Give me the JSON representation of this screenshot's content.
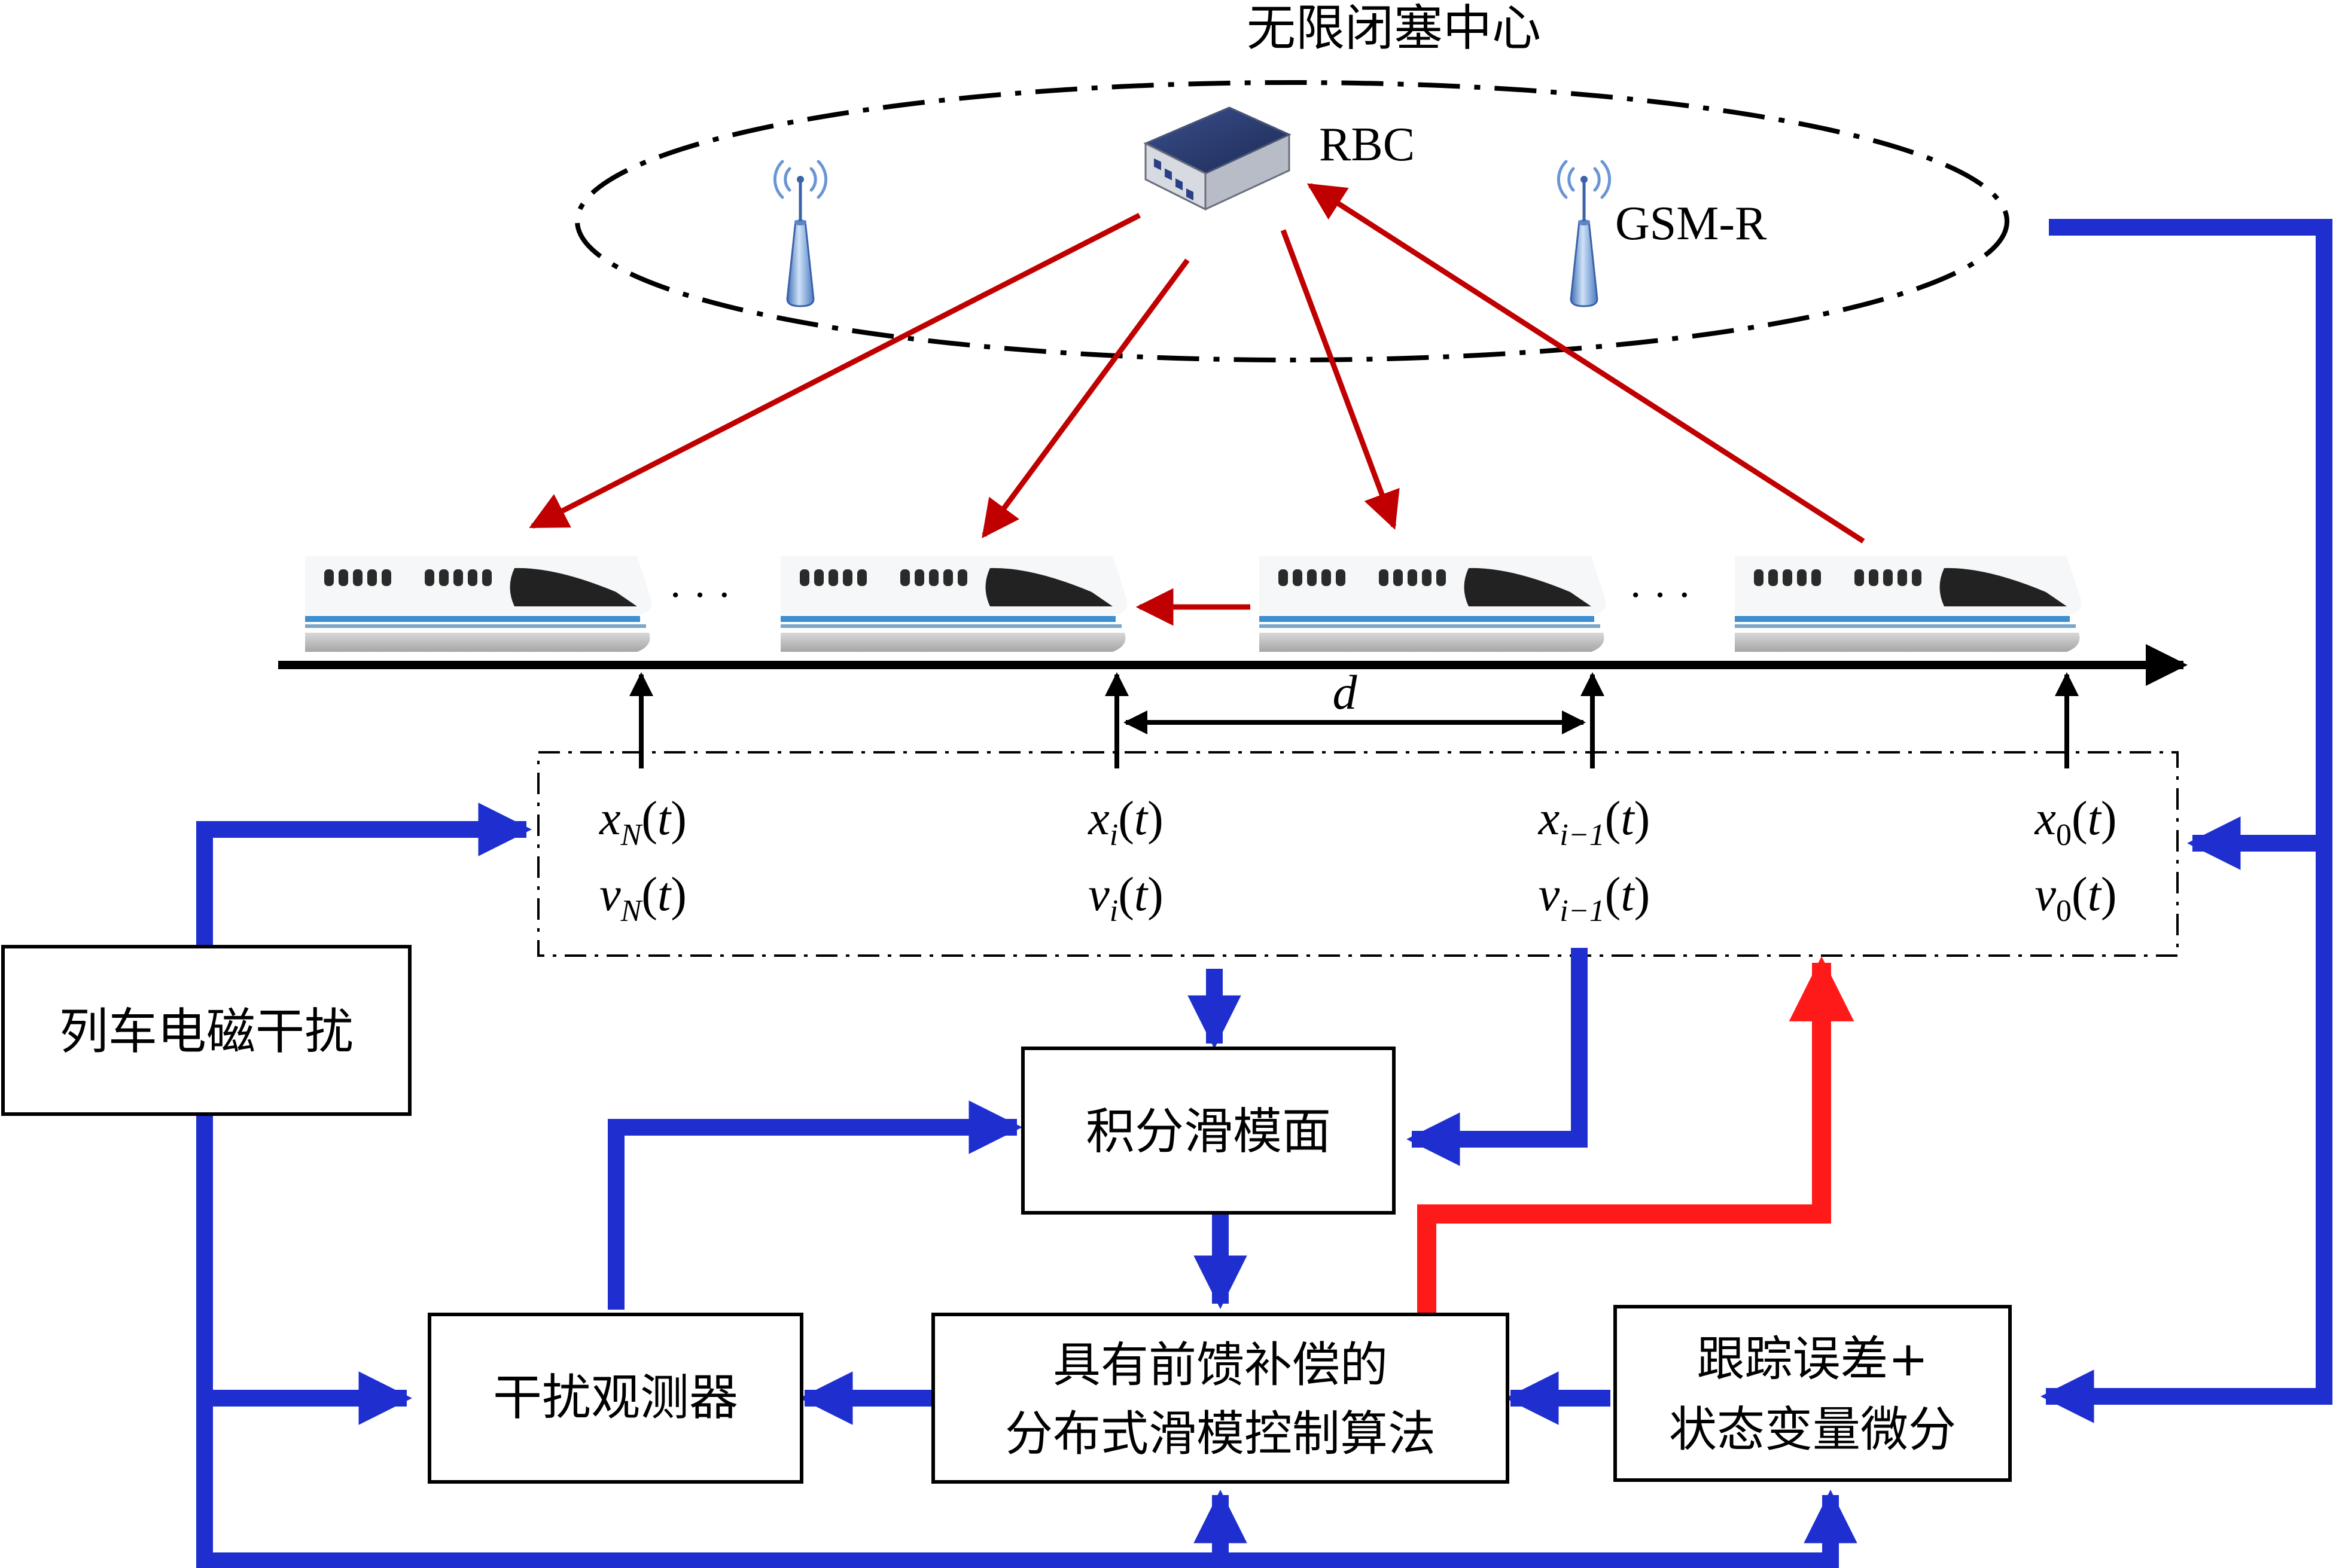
{
  "title": "无限闭塞中心",
  "rbc_label": "RBC",
  "gsm_label": "GSM-R",
  "ellipsis": "· · ·",
  "distance_label": "d",
  "trains": [
    {
      "x_sub": "N",
      "v_sub": "N"
    },
    {
      "x_sub": "i",
      "v_sub": "i"
    },
    {
      "x_sub": "i−1",
      "v_sub": "i−1"
    },
    {
      "x_sub": "0",
      "v_sub": "0"
    }
  ],
  "symbols": {
    "x": "x",
    "v": "v",
    "arg_open": "(",
    "arg_t": "t",
    "arg_close": ")"
  },
  "boxes": {
    "emi": "列车电磁干扰",
    "sliding_surface": "积分滑模面",
    "observer": "干扰观测器",
    "controller_line1": "具有前馈补偿的",
    "controller_line2": "分布式滑模控制算法",
    "tracking_line1": "跟踪误差+",
    "tracking_line2": "状态变量微分"
  },
  "colors": {
    "blue": "#1f2fcf",
    "red": "#ff1a1a",
    "dark_red": "#c00000",
    "black": "#000000"
  }
}
